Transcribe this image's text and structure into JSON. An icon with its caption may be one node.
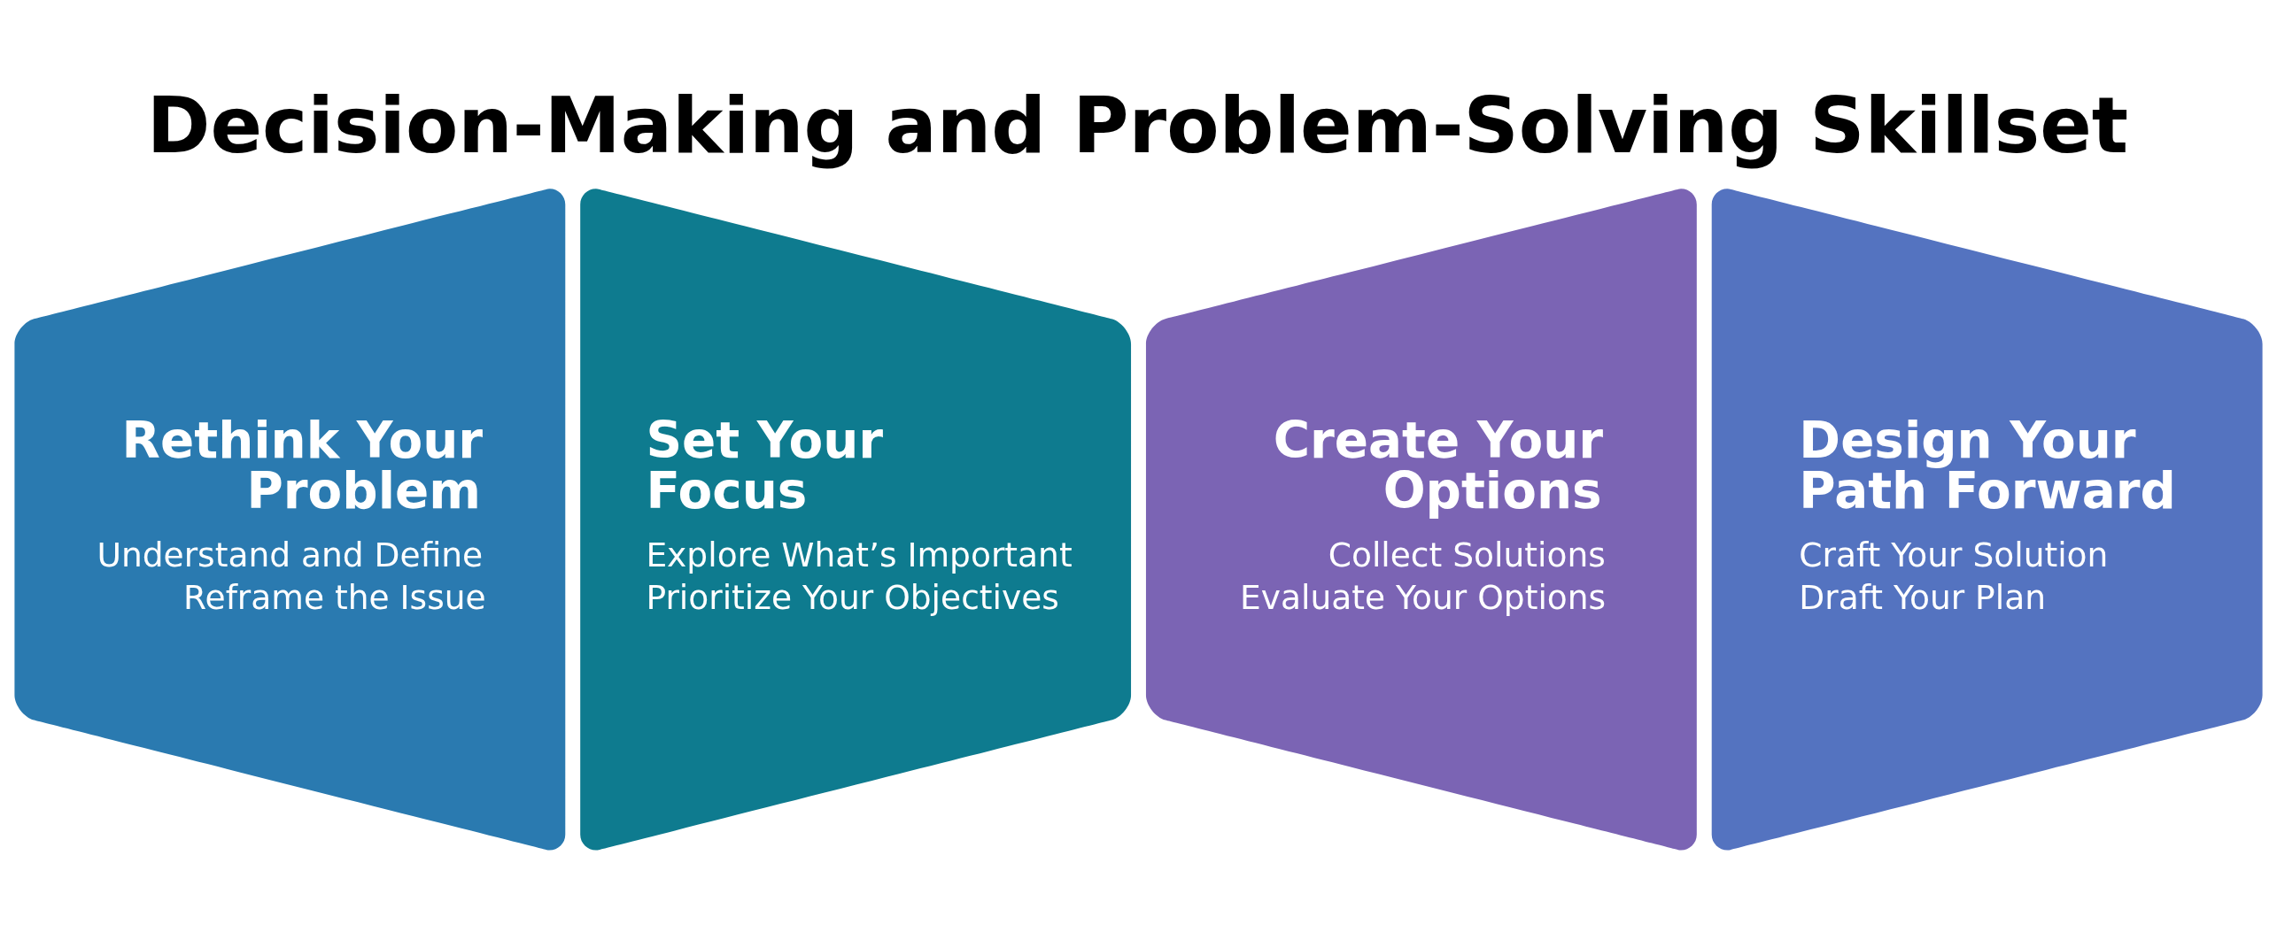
{
  "diagram": {
    "title": "Decision-Making and Problem-Solving Skillset",
    "nodes": [
      {
        "text": [
          "Rethink Your Problem",
          "Understand and Define",
          "Reframe the Issue"
        ]
      },
      {
        "text": [
          "Set Your Focus",
          "Explore What’s Important",
          "Prioritize Your Objectives"
        ]
      },
      {
        "text": [
          "Create Your Options",
          "Collect Solutions",
          "Evaluate Your Options"
        ]
      },
      {
        "text": [
          "Design Your Path Forward",
          "Craft Your Solution",
          "Draft Your Plan"
        ]
      }
    ]
  }
}
